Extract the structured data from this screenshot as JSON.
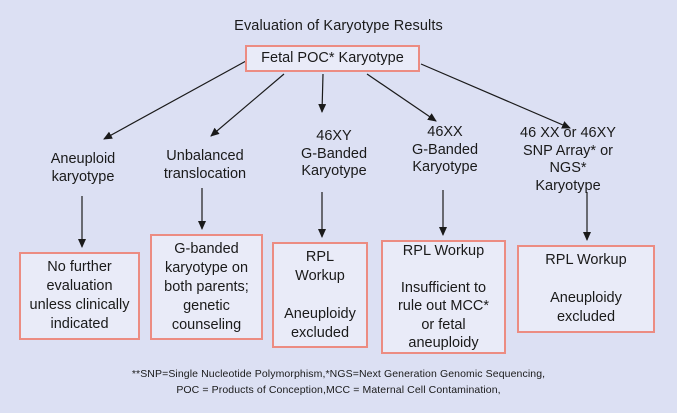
{
  "title": "Evaluation of Karyotype Results",
  "root_box": {
    "label": "Fetal POC* Karyotype"
  },
  "branches": [
    {
      "label": "Aneuploid\nkaryotype",
      "outcome": "No further\nevaluation\nunless clinically\nindicated"
    },
    {
      "label": "Unbalanced\ntranslocation",
      "outcome": "G-banded\nkaryotype on\nboth parents;\ngenetic\ncounseling"
    },
    {
      "label": "46XY\nG-Banded\nKaryotype",
      "outcome": "RPL\nWorkup\n\nAneuploidy\nexcluded"
    },
    {
      "label": "46XX\nG-Banded\nKaryotype",
      "outcome": "RPL Workup\n\nInsufficient to\nrule out MCC*\nor fetal\naneuploidy"
    },
    {
      "label": "46 XX or 46XY\nSNP Array* or NGS*\nKaryotype",
      "outcome": "RPL Workup\n\nAneuploidy\nexcluded"
    }
  ],
  "footnotes": [
    "**SNP=Single Nucleotide Polymorphism,*NGS=Next Generation Genomic Sequencing,",
    "POC = Products of Conception,MCC = Maternal Cell Contamination,"
  ],
  "colors": {
    "background": "#dce0f3",
    "box_fill": "#e9ebf8",
    "box_border": "#ec8c82",
    "text": "#1a1a1a",
    "arrow": "#1a1a1a"
  }
}
